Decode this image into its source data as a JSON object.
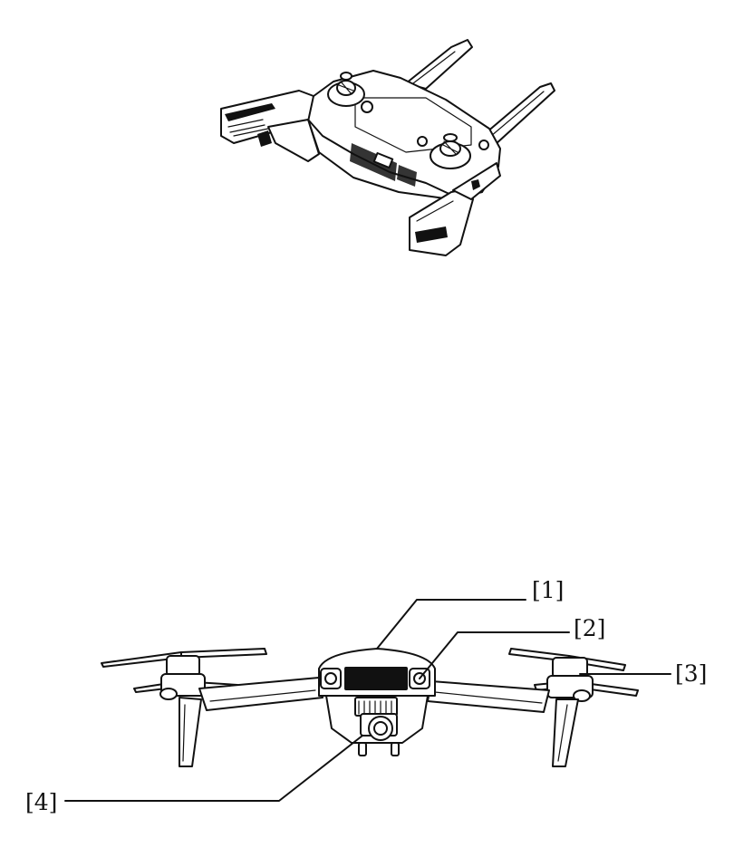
{
  "figure": {
    "top_drawing": "remote-controller",
    "bottom_drawing": "drone-front-view",
    "line_color": "#111111",
    "background": "#ffffff"
  },
  "callouts": {
    "c1": "[1]",
    "c2": "[2]",
    "c3": "[3]",
    "c4": "[4]"
  }
}
